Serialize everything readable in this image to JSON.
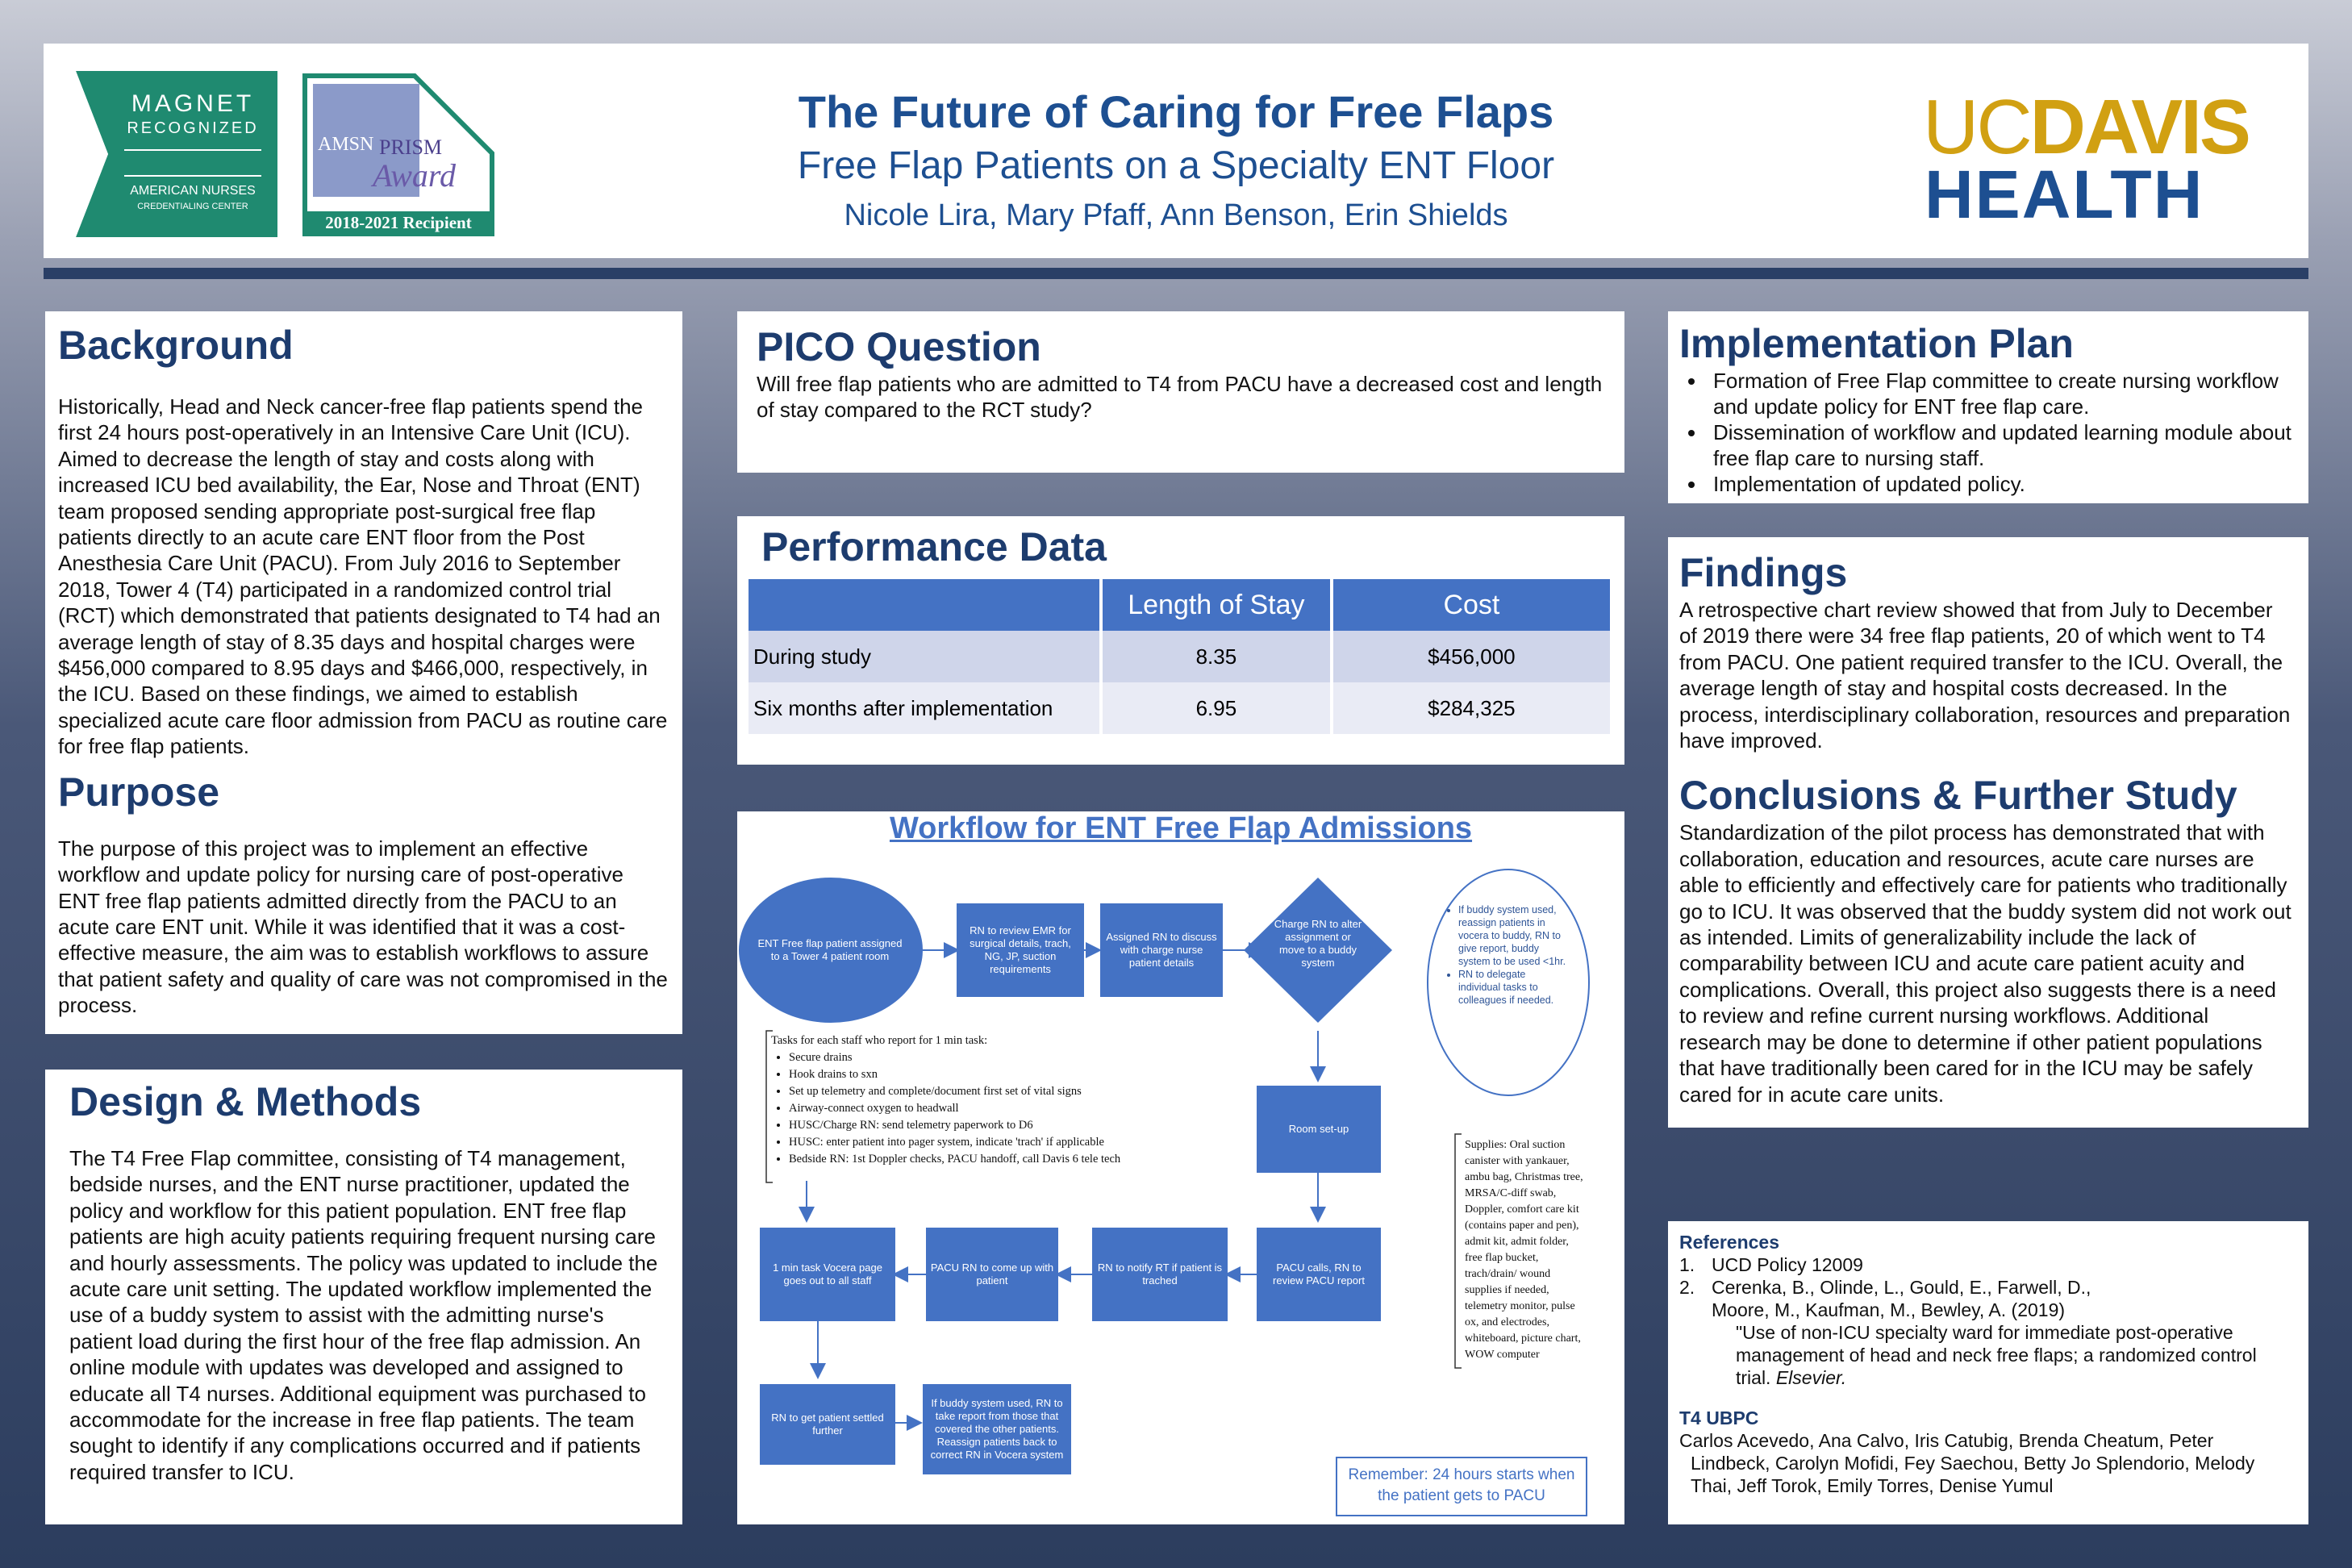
{
  "header": {
    "title": "The Future of Caring for Free Flaps",
    "subtitle": "Free Flap Patients on a Specialty ENT Floor",
    "authors": "Nicole Lira, Mary Pfaff, Ann Benson, Erin Shields",
    "magnet": {
      "line1": "MAGNET",
      "line2": "RECOGNIZED",
      "line3": "AMERICAN NURSES",
      "line4": "CREDENTIALING CENTER"
    },
    "prism": {
      "amsn": "AMSN",
      "prism": "PRISM",
      "award": "Award",
      "recipient": "2018-2021 Recipient"
    },
    "ucdavis": {
      "uc": "UC",
      "davis": "DAVIS",
      "health": "HEALTH"
    },
    "colors": {
      "navy": "#1d4f91",
      "gold": "#d1a012",
      "magnet_green": "#1f8a70"
    }
  },
  "background": {
    "heading": "Background",
    "text": "Historically, Head and Neck cancer-free flap patients spend the first 24 hours post-operatively in an Intensive Care Unit (ICU). Aimed to decrease the length of stay and costs along with increased ICU bed availability, the Ear, Nose and Throat (ENT) team proposed sending appropriate post-surgical free flap patients directly to an acute care ENT floor from the Post Anesthesia Care Unit (PACU). From July 2016 to September 2018, Tower 4 (T4) participated in a randomized control  trial (RCT) which demonstrated that patients designated to T4 had an average length of stay of 8.35 days and hospital charges were $456,000 compared to 8.95 days and $466,000, respectively, in the ICU. Based on these findings, we aimed to establish specialized acute care floor admission from PACU as routine care for free flap patients."
  },
  "purpose": {
    "heading": "Purpose",
    "text": "The purpose of this project was to implement an effective workflow and update policy for nursing care of post-operative ENT free flap patients admitted directly from the PACU to an acute care ENT unit. While it was identified that it was a cost-effective measure, the aim was to establish workflows to assure that patient safety and quality of care was not compromised in the process."
  },
  "design": {
    "heading": "Design & Methods",
    "text": "The T4 Free Flap committee, consisting of T4 management, bedside nurses, and the ENT nurse practitioner, updated the policy and workflow for this patient population. ENT free flap patients are high acuity patients requiring frequent nursing care and hourly assessments.  The policy was updated to include the acute care unit setting. The updated workflow implemented the use of a buddy system to assist with the admitting nurse's patient load during the first hour of the free flap admission. An online module with updates was developed and assigned to educate all T4 nurses. Additional equipment was purchased to accommodate for the increase in free flap patients. The team sought to identify if any complications occurred and if patients required transfer to ICU."
  },
  "pico": {
    "heading": "PICO Question",
    "text": "Will free flap patients who are admitted to T4 from PACU have a decreased cost and length of stay compared to the RCT study?"
  },
  "performance": {
    "heading": "Performance Data",
    "columns": [
      "",
      "Length of Stay",
      "Cost"
    ],
    "rows": [
      [
        "During study",
        "8.35",
        "$456,000"
      ],
      [
        "Six months after implementation",
        "6.95",
        "$284,325"
      ]
    ]
  },
  "workflow": {
    "title": "Workflow for ENT Free Flap Admissions",
    "start": "ENT Free flap patient assigned to a Tower 4 patient room",
    "review_emr": "RN to review EMR for surgical details, trach, NG, JP, suction requirements",
    "assigned_rn": "Assigned RN to discuss with charge nurse patient details",
    "charge_rn": "Charge RN to alter assignment or move to a buddy system",
    "buddy_note": [
      "If buddy system used, reassign patients in vocera to buddy, RN to give report, buddy system to be used <1hr.",
      "RN to delegate individual tasks to colleagues if needed."
    ],
    "tasks_title": "Tasks for each staff who report for 1 min task:",
    "tasks": [
      "Secure drains",
      "Hook drains to sxn",
      "Set up telemetry and complete/document first set of vital signs",
      "Airway-connect oxygen to headwall",
      "HUSC/Charge RN: send telemetry paperwork to D6",
      "HUSC: enter patient into pager system, indicate 'trach' if applicable",
      "Bedside RN: 1st Doppler checks, PACU handoff, call Davis 6 tele tech"
    ],
    "room_setup": "Room set-up",
    "supplies": "Supplies: Oral suction canister with yankauer, ambu bag, Christmas tree, MRSA/C-diff swab, Doppler, comfort care kit (contains paper and pen), admit kit, admit folder, free flap bucket, trach/drain/ wound supplies if needed, telemetry monitor, pulse ox, and electrodes, whiteboard, picture chart, WOW computer",
    "pacu_calls": "PACU calls, RN to review PACU report",
    "notify_rt": "RN to notify RT if patient is trached",
    "pacu_rn": "PACU RN to come up with patient",
    "min_task": "1 min task Vocera page goes out to all staff",
    "settled": "RN to get patient settled further",
    "buddy_report": "If buddy system used, RN to take report from those that covered the other patients. Reassign patients back to correct RN in Vocera system",
    "remember": "Remember: 24 hours starts when the patient gets to PACU"
  },
  "implementation": {
    "heading": "Implementation Plan",
    "items": [
      "Formation of Free Flap committee to create nursing workflow and update policy for ENT free flap care.",
      "Dissemination of workflow and updated learning module about free flap care to nursing staff.",
      "Implementation of updated policy."
    ]
  },
  "findings": {
    "heading": "Findings",
    "text": "A retrospective chart review showed that from July to December of 2019 there were 34 free flap patients, 20 of which went to T4 from PACU. One patient required transfer to the ICU. Overall, the average length of stay and hospital costs decreased. In the process, interdisciplinary collaboration, resources and preparation have improved."
  },
  "conclusions": {
    "heading": "Conclusions & Further Study",
    "text": "Standardization of the pilot process has demonstrated that with collaboration, education and resources, acute care nurses are able to efficiently and effectively care for patients who traditionally go to ICU. It was observed that the buddy system did not work out as intended. Limits of generalizability include the lack of comparability between ICU and acute care patient acuity and complications. Overall, this project also suggests there is a need to review and refine current nursing workflows. Additional research may be done to determine if other patient populations that have traditionally been cared for in the ICU may be safely cared for in acute care units."
  },
  "references": {
    "heading": "References",
    "ref1_num": "1.",
    "ref1": "UCD Policy 12009",
    "ref2_num": "2.",
    "ref2_authors1": "Cerenka, B., Olinde, L., Gould, E., Farwell, D.,",
    "ref2_authors2": "Moore, M., Kaufman, M., Bewley, A. (2019)",
    "ref2_title": "\"Use of non-ICU specialty ward for immediate post-operative management of head and neck free flaps; a randomized control trial.",
    "ref2_journal": "Elsevier.",
    "ubpc_heading": "T4 UBPC",
    "ubpc_line1": "Carlos Acevedo, Ana Calvo, Iris Catubig, Brenda Cheatum, Peter",
    "ubpc_line2": "Lindbeck, Carolyn Mofidi, Fey Saechou,  Betty Jo Splendorio, Melody",
    "ubpc_line3": "Thai, Jeff Torok, Emily Torres, Denise Yumul"
  }
}
